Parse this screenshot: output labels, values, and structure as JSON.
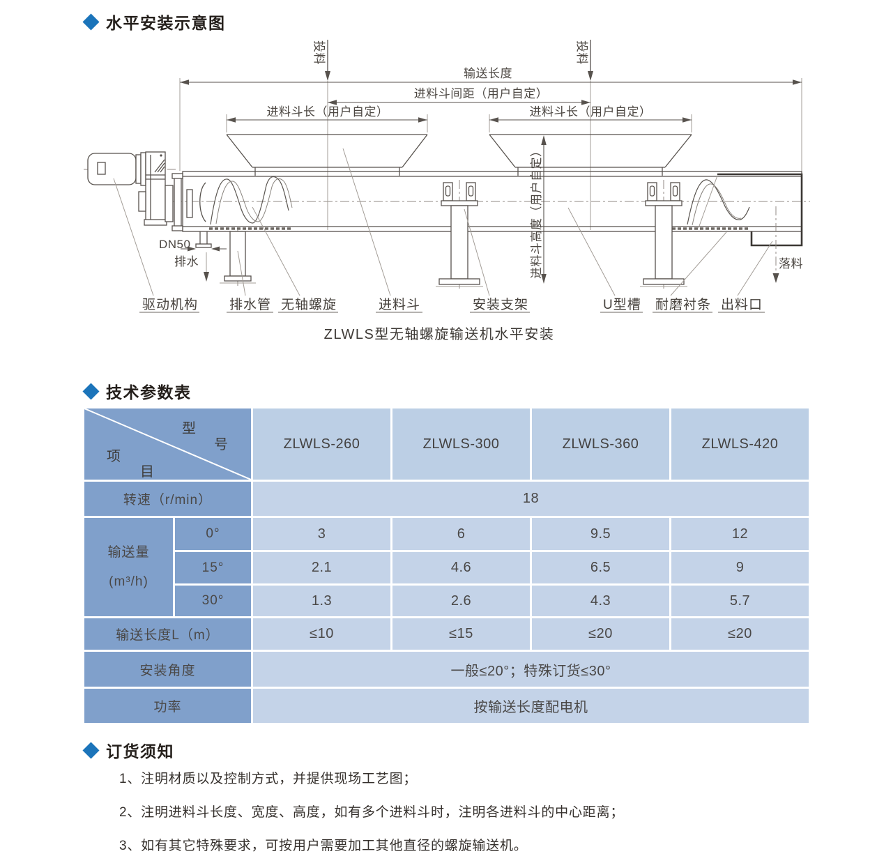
{
  "accent_color": "#1b74ba",
  "sections": {
    "installation": {
      "title": "水平安装示意图"
    },
    "parameters": {
      "title": "技术参数表"
    },
    "ordering": {
      "title": "订货须知"
    }
  },
  "diagram": {
    "caption": "ZLWLS型无轴螺旋输送机水平安装",
    "feed_label_left": "投料",
    "feed_label_right": "投料",
    "dim_total_length": "输送长度",
    "dim_hopper_spacing": "进料斗间距（用户自定）",
    "dim_hopper_length_left": "进料斗长（用户自定）",
    "dim_hopper_length_right": "进料斗长（用户自定）",
    "dim_hopper_height": "进料斗高度（用户自定）",
    "drain_size": "DN50",
    "drain_label": "排水",
    "falling_label": "落料",
    "part_labels": [
      "驱动机构",
      "排水管",
      "无轴螺旋",
      "进料斗",
      "安装支架",
      "U型槽",
      "耐磨衬条",
      "出料口"
    ]
  },
  "table": {
    "corner": {
      "top": [
        "型",
        "号"
      ],
      "bottom": [
        "项",
        "目"
      ]
    },
    "models": [
      "ZLWLS-260",
      "ZLWLS-300",
      "ZLWLS-360",
      "ZLWLS-420"
    ],
    "speed_label": "转速（r/min）",
    "speed_value": "18",
    "capacity_label_line1": "输送量",
    "capacity_label_line2": "(m³/h)",
    "capacity_rows": [
      {
        "angle": "0°",
        "values": [
          "3",
          "6",
          "9.5",
          "12"
        ]
      },
      {
        "angle": "15°",
        "values": [
          "2.1",
          "4.6",
          "6.5",
          "9"
        ]
      },
      {
        "angle": "30°",
        "values": [
          "1.3",
          "2.6",
          "4.3",
          "5.7"
        ]
      }
    ],
    "length_label": "输送长度L（m）",
    "length_values": [
      "≤10",
      "≤15",
      "≤20",
      "≤20"
    ],
    "install_angle_label": "安装角度",
    "install_angle_value": "一般≤20°；特殊订货≤30°",
    "power_label": "功率",
    "power_value": "按输送长度配电机"
  },
  "notes": [
    "1、注明材质以及控制方式，并提供现场工艺图；",
    "2、注明进料斗长度、宽度、高度，如有多个进料斗时，注明各进料斗的中心距离；",
    "3、如有其它特殊要求，可按用户需要加工其他直径的螺旋输送机。"
  ]
}
